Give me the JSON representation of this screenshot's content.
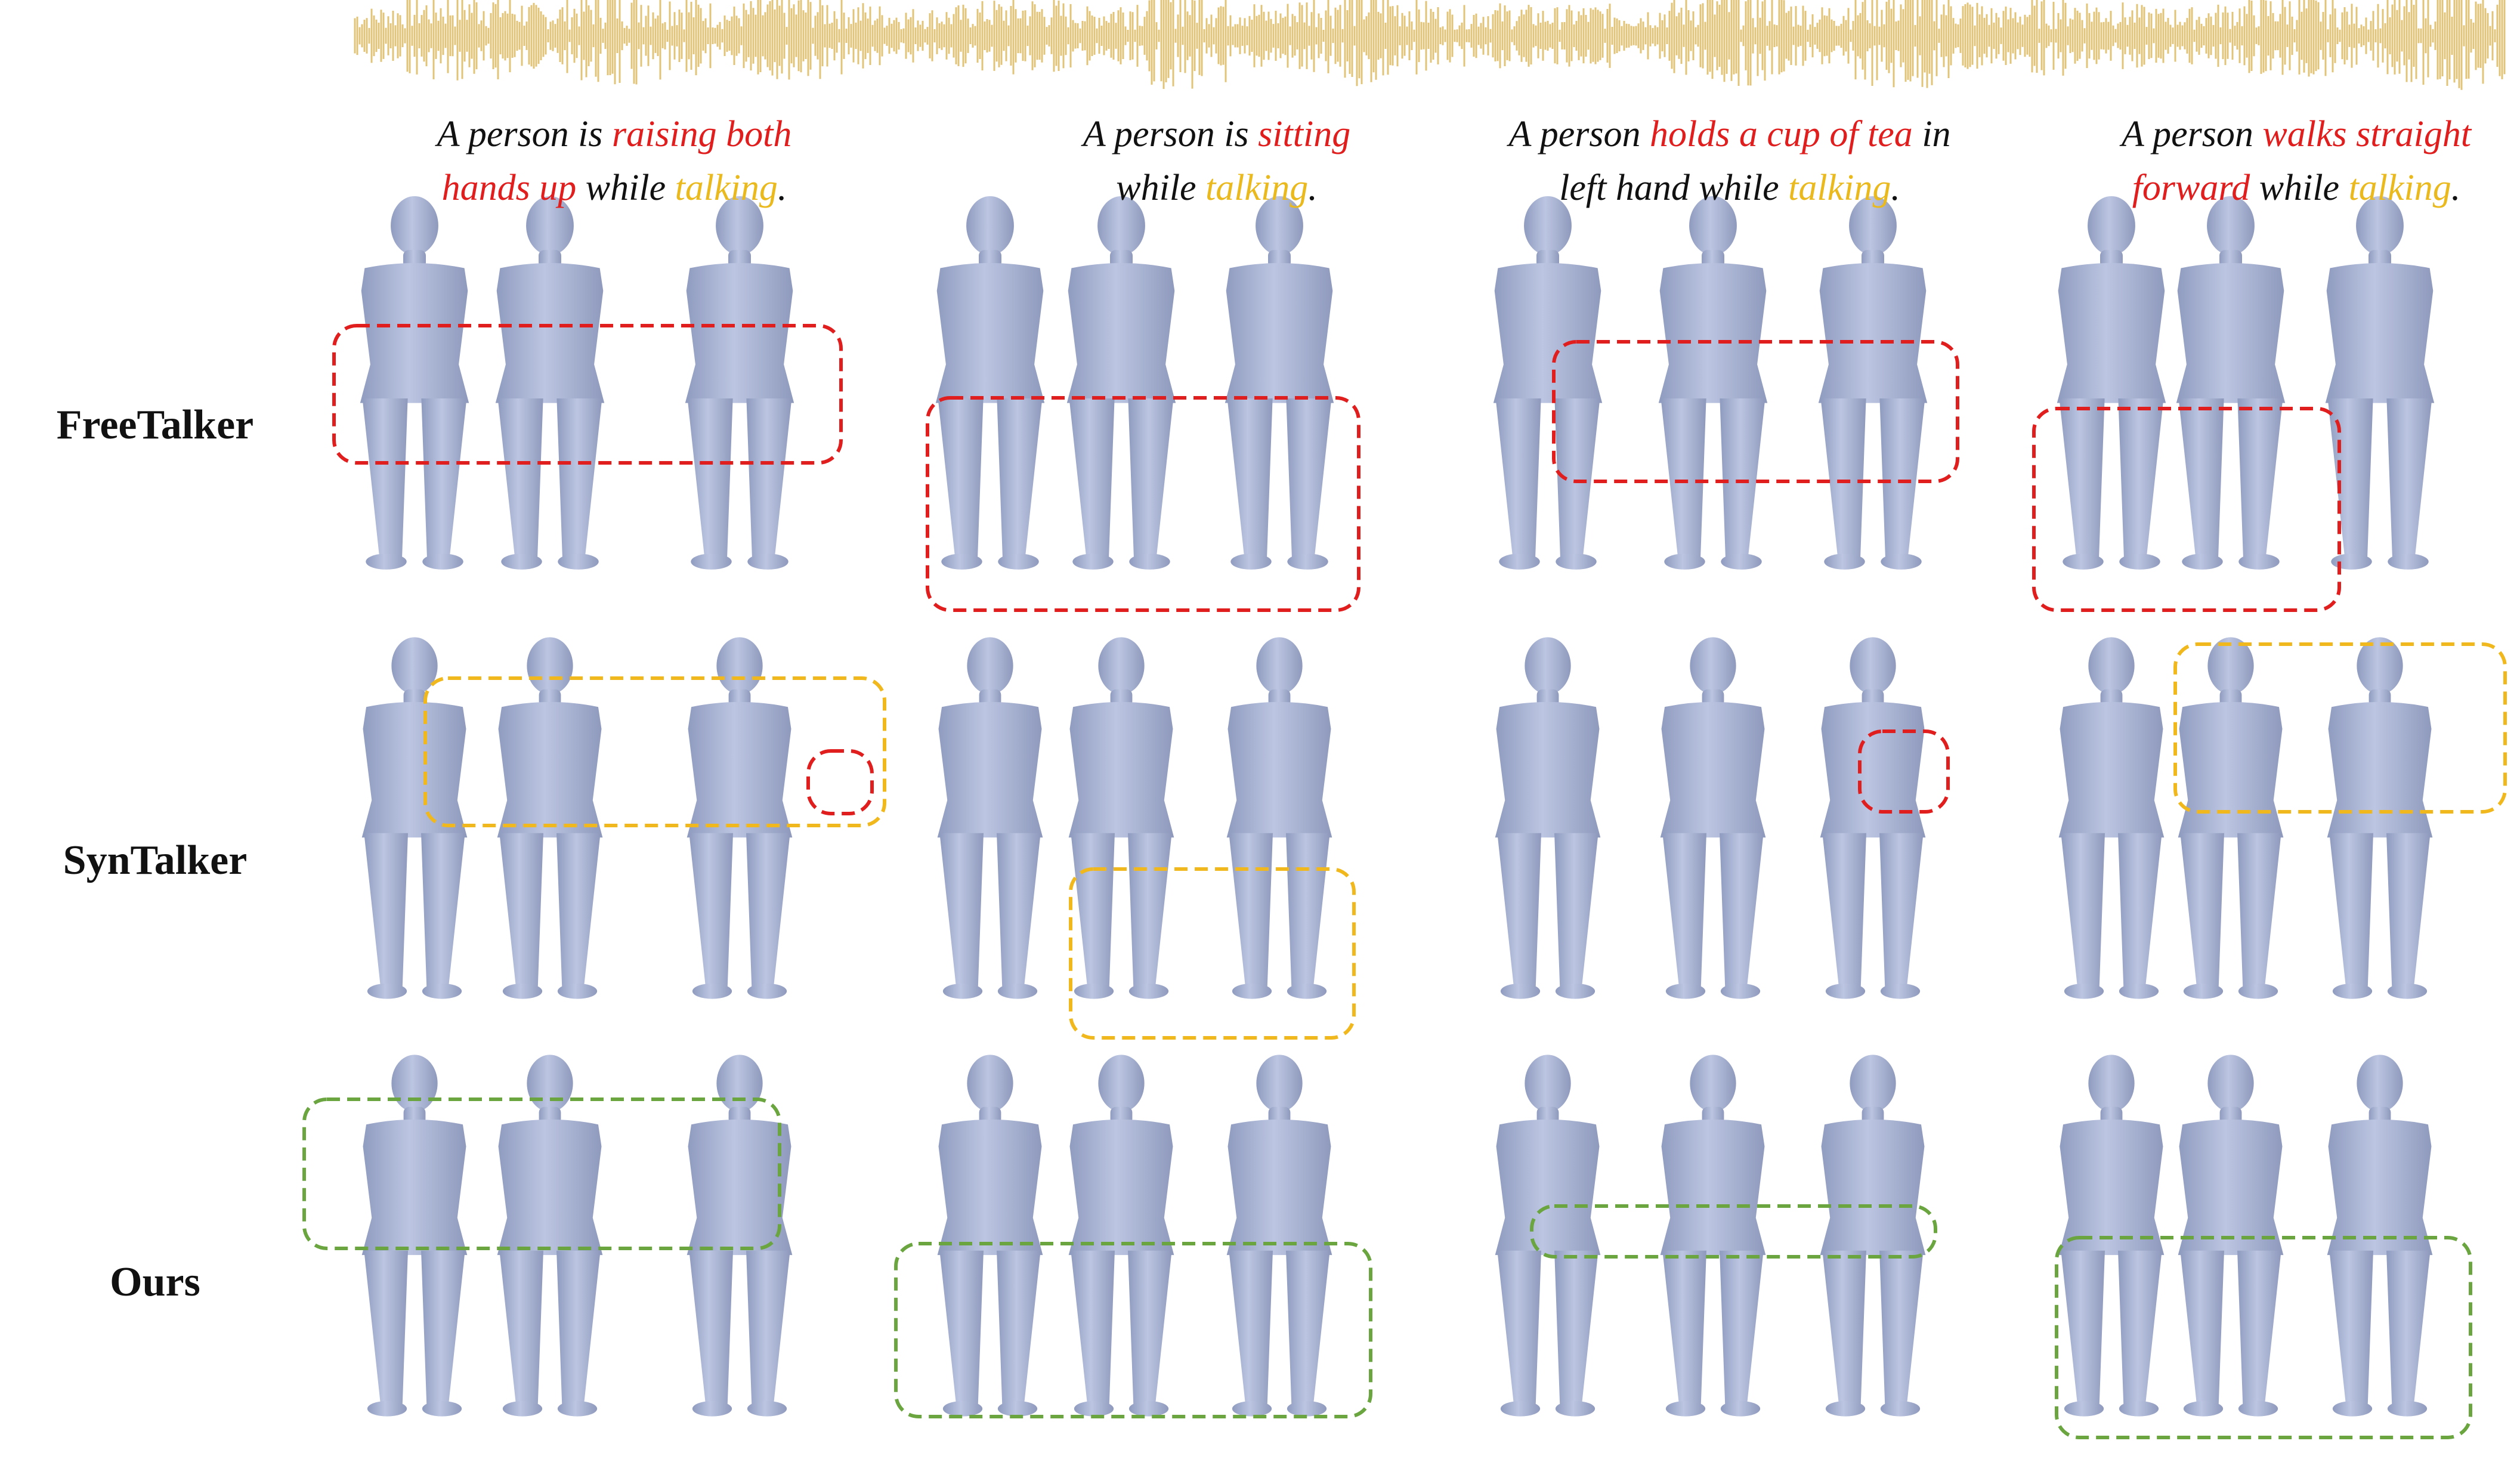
{
  "captions": [
    {
      "l1_a": "A person is ",
      "l1_b": "raising both",
      "l2_a": "hands up",
      "l2_b": " while ",
      "l2_c": "talking",
      "l2_d": "."
    },
    {
      "l1_a": "A person is ",
      "l1_b": "sitting",
      "l2_a": "while ",
      "l2_b": "talking",
      "l2_c": "."
    },
    {
      "l1_a": "A person ",
      "l1_b": "holds a cup of tea",
      "l1_c": " in",
      "l2_a": "left hand while ",
      "l2_b": "talking",
      "l2_c": "."
    },
    {
      "l1_a": "A person ",
      "l1_b": "walks straight",
      "l2_a": "forward",
      "l2_b": " while ",
      "l2_c": "talking",
      "l2_d": "."
    }
  ],
  "rows": [
    {
      "label": "FreeTalker"
    },
    {
      "label": "SynTalker"
    },
    {
      "label": "Ours"
    }
  ],
  "colors": {
    "action_text": "#e01e1e",
    "talking_text": "#e9b91e",
    "waveform": "#e2c479",
    "figure_body": "#a9b4d4",
    "box_red": "#e01e1e",
    "box_yellow": "#f0b81d",
    "box_green": "#6aa540"
  }
}
